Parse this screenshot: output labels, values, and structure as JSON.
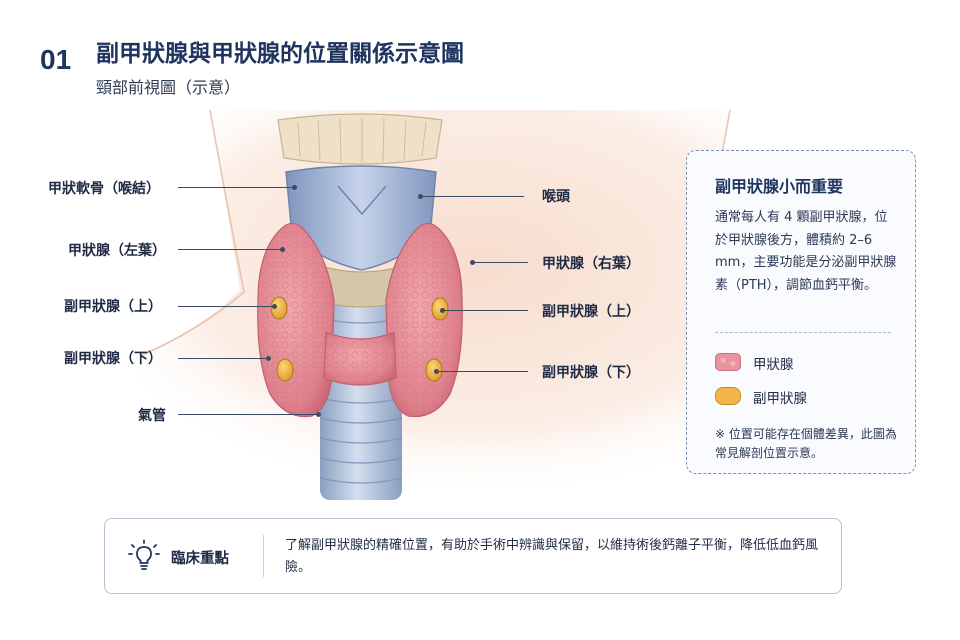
{
  "header": {
    "number": "01",
    "title": "副甲狀腺與甲狀腺的位置關係示意圖",
    "subtitle": "頸部前視圖（示意）"
  },
  "labels": {
    "thyroid_cartilage": "甲狀軟骨（喉結）",
    "thyroid_left": "甲狀腺（左葉）",
    "parathyroid_left_upper": "副甲狀腺（上）",
    "parathyroid_left_lower": "副甲狀腺（下）",
    "trachea": "氣管",
    "larynx": "喉頭",
    "thyroid_right": "甲狀腺（右葉）",
    "parathyroid_right_upper": "副甲狀腺（上）",
    "parathyroid_right_lower": "副甲狀腺（下）"
  },
  "info": {
    "title": "副甲狀腺小而重要",
    "body": "通常每人有 4 顆副甲狀腺，位於甲狀腺後方，體積約 2–6 mm，主要功能是分泌副甲狀腺素（PTH），調節血鈣平衡。",
    "legend": [
      {
        "label": "甲狀腺",
        "color": "#e8949e"
      },
      {
        "label": "副甲狀腺",
        "color": "#f2b64a"
      }
    ],
    "note": "※ 位置可能存在個體差異，此圖為常見解剖位置示意。"
  },
  "clinical": {
    "icon": "lightbulb-icon",
    "label": "臨床重點",
    "text": "了解副甲狀腺的精確位置，有助於手術中辨識與保留，以維持術後鈣離子平衡，降低低血鈣風險。"
  }
}
